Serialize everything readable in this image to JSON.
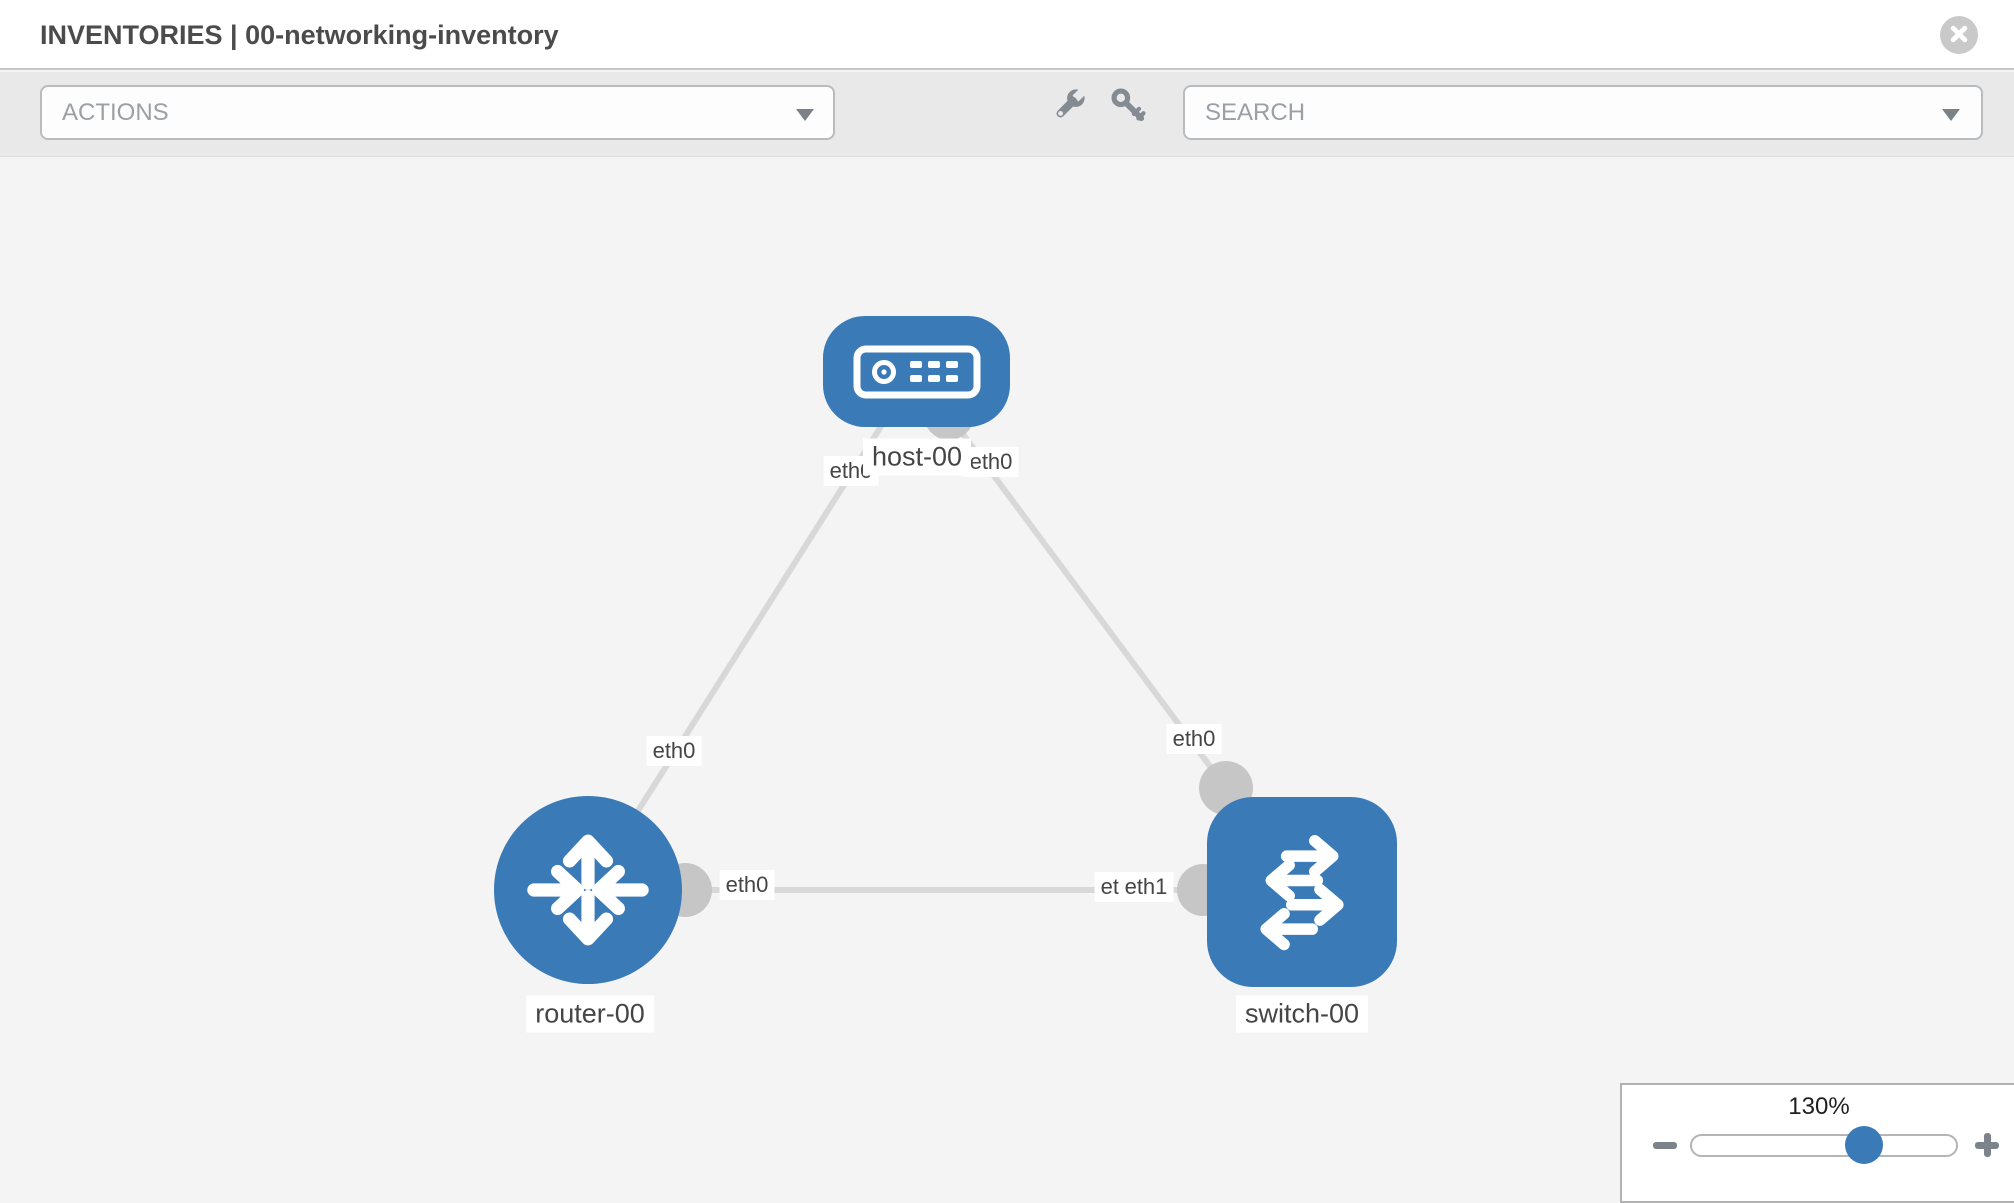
{
  "header": {
    "title": "INVENTORIES | 00-networking-inventory"
  },
  "toolbar": {
    "actions": {
      "label": "ACTIONS"
    },
    "search": {
      "label": "SEARCH"
    }
  },
  "topology": {
    "nodes": [
      {
        "id": "host-00",
        "type": "host",
        "label": "host-00"
      },
      {
        "id": "router-00",
        "type": "router",
        "label": "router-00"
      },
      {
        "id": "switch-00",
        "type": "switch",
        "label": "switch-00"
      }
    ],
    "links": [
      {
        "from": "host-00",
        "to": "router-00",
        "from_interface": "eth0",
        "to_interface": "eth0"
      },
      {
        "from": "host-00",
        "to": "switch-00",
        "from_interface": "eth0",
        "to_interface": "eth0"
      },
      {
        "from": "router-00",
        "to": "switch-00",
        "from_interface": "eth0",
        "to_interface": "eth1",
        "to_interface_back": "eth0"
      }
    ]
  },
  "zoom": {
    "level": "130%"
  },
  "icons": {
    "close": "x-circle",
    "actions_caret": "caret-down",
    "search_caret": "caret-down",
    "wrench": "wrench",
    "key": "key",
    "host": "server",
    "router": "router-arrows",
    "switch": "switch-arrows",
    "zoom_out": "minus",
    "zoom_in": "plus"
  },
  "colors": {
    "node_blue": "#3a7ab6",
    "link_gray": "#d8d8d8",
    "endpoint_gray": "#c6c6c6",
    "toolbar_gray": "#e9e9e9",
    "canvas_gray": "#f4f4f4"
  }
}
